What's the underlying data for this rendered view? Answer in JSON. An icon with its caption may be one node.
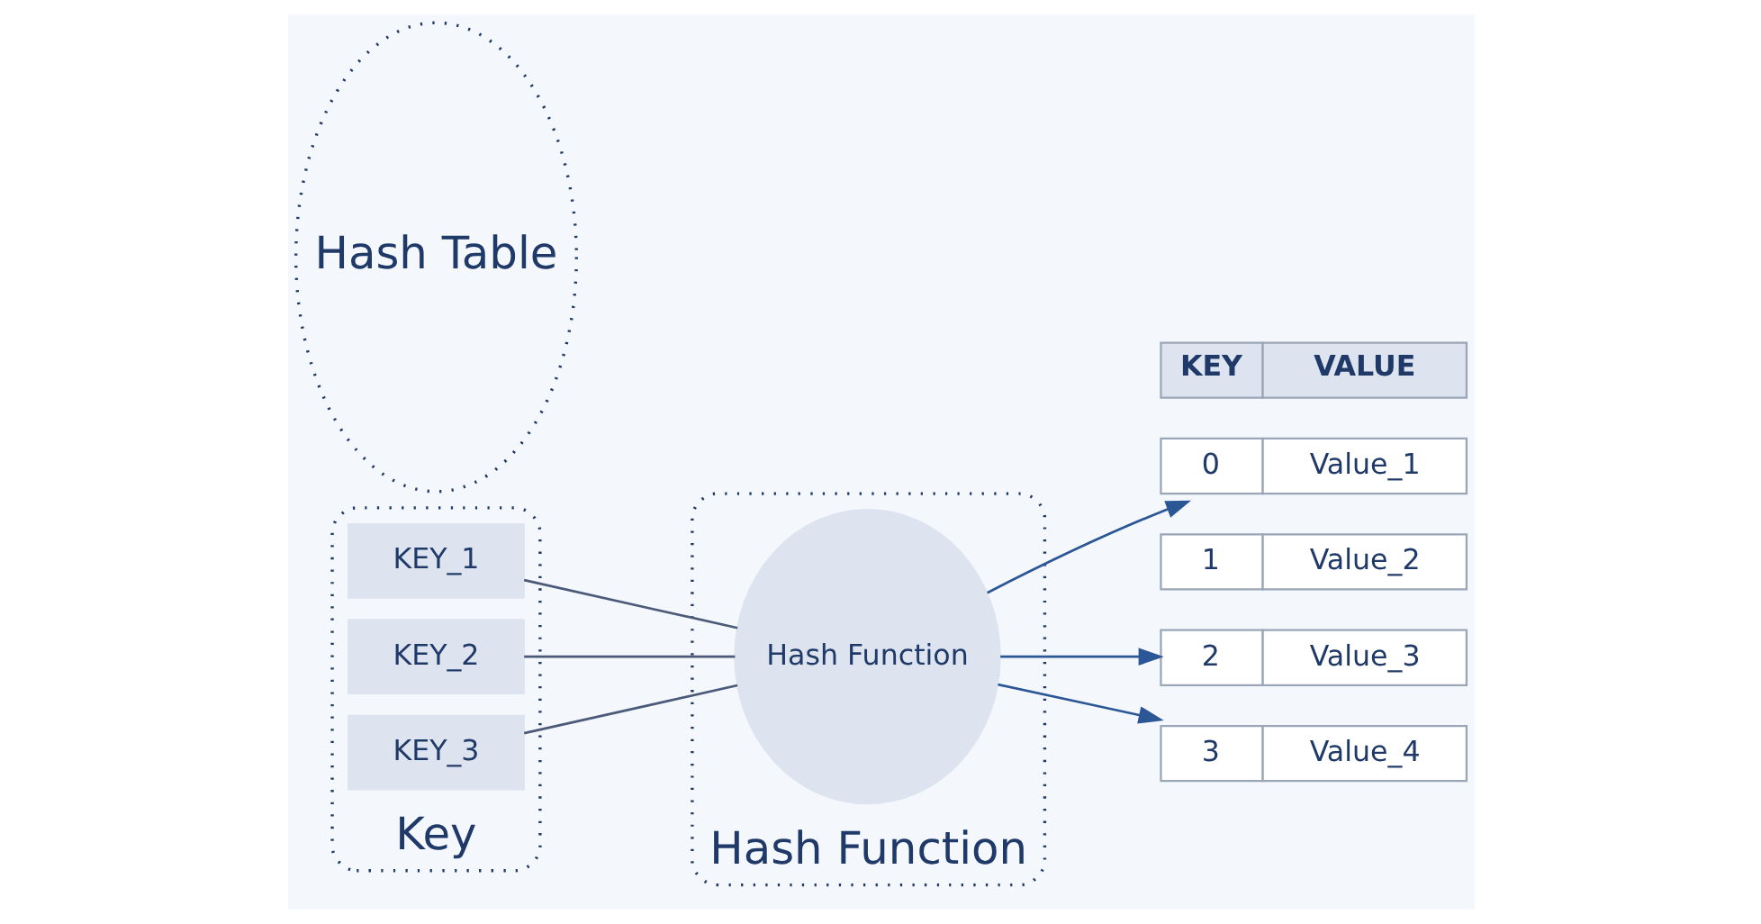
{
  "diagram": {
    "nodes": [
      {
        "text": [
          "Key"
        ]
      },
      {
        "text": [
          "KEY_1"
        ],
        "in": 0
      },
      {
        "text": [
          "KEY_2"
        ],
        "in": 0
      },
      {
        "text": [
          "KEY_3"
        ],
        "in": 0
      },
      {
        "text": [
          "Hash Function"
        ]
      },
      {
        "text": [
          "Hash Function"
        ],
        "in": 4
      },
      {
        "text": [
          "Hash Table"
        ]
      },
      {
        "text": [
          "KEY",
          "VALUE"
        ]
      },
      {
        "text": [
          "0",
          "Value_1"
        ]
      },
      {
        "text": [
          "1",
          "Value_2"
        ]
      },
      {
        "text": [
          "2",
          "Value_3"
        ]
      },
      {
        "text": [
          "3",
          "Value_4"
        ]
      }
    ],
    "edges": [
      {
        "from": 1,
        "to": 5,
        "arrow": "none"
      },
      {
        "from": 2,
        "to": 5,
        "arrow": "none"
      },
      {
        "from": 3,
        "to": 5,
        "arrow": "none"
      },
      {
        "from": 5,
        "to": 8,
        "arrow": "to",
        "color": "#2b5797"
      },
      {
        "from": 5,
        "to": 10,
        "arrow": "to",
        "color": "#2b5797"
      },
      {
        "from": 5,
        "to": 11,
        "arrow": "to",
        "color": "#2b5797"
      }
    ]
  }
}
